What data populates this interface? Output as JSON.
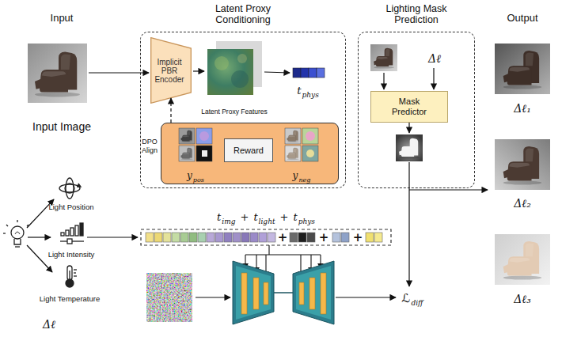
{
  "diagram": {
    "nodes": [
      {
        "text": [
          "Latent Proxy Conditioning"
        ]
      },
      {
        "text": [
          "Implicit PBR Encoder"
        ],
        "in": 0
      },
      {
        "text": [
          "DPO Align"
        ],
        "in": 0
      },
      {
        "text": [
          "Reward"
        ],
        "in": 2
      },
      {
        "text": [
          "Lighting Mask Prediction"
        ]
      },
      {
        "text": [
          "Mask Predictor"
        ],
        "in": 4
      }
    ],
    "edges": [
      {
        "from": 2,
        "to": 1,
        "arrow": "to"
      }
    ],
    "labels": [
      "Input",
      "Output",
      "Input Image",
      "Latent Proxy Features",
      "t",
      "phys",
      "y",
      "pos",
      "y",
      "neg",
      "Δℓ",
      "Δℓ₁",
      "Δℓ₂",
      "Δℓ₃",
      "Light Position",
      "Light Intensity",
      "Light Temperature",
      "t",
      "img",
      "+",
      "t",
      "light",
      "+",
      "t",
      "phys",
      "+",
      "+",
      "+",
      "ℒ",
      "diff",
      "Δℓ"
    ]
  }
}
